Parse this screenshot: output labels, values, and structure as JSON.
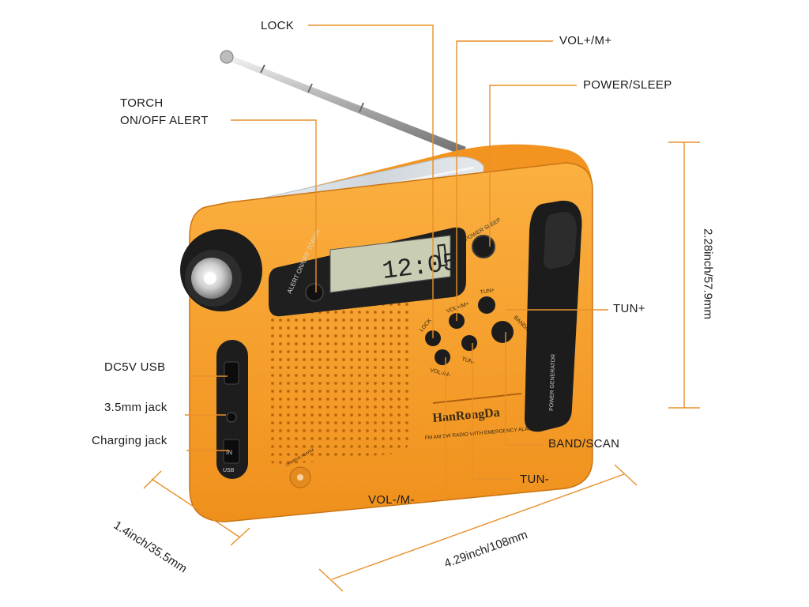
{
  "product": {
    "brand": "HanRongDa",
    "tagline": "FM AM SW RADIO WITH EMERGENCY ALARM",
    "display_time": "12:05",
    "side_panel_text": "POWER GENERATOR",
    "badge_text": "CHARGE ALARM",
    "panel_left_text": "ALERT ON/OFF TORCH",
    "button_power": "POWER SLEEP",
    "button_lock": "LOCK",
    "button_volplus": "VOL+/M+",
    "button_tunplus": "TUN+",
    "button_bandscan": "BAND/SCAN",
    "button_volminus": "VOL-/M-",
    "button_tunminus": "TUN-",
    "port_in": "IN",
    "port_usb": "USB"
  },
  "callouts": {
    "lock": "LOCK",
    "volplus": "VOL+/M+",
    "power_sleep": "POWER/SLEEP",
    "torch_line1": "TORCH",
    "torch_line2": "ON/OFF ALERT",
    "tunplus": "TUN+",
    "dc5v_usb": "DC5V USB",
    "jack_35": "3.5mm jack",
    "charging_jack": "Charging jack",
    "band_scan": "BAND/SCAN",
    "tunminus": "TUN-",
    "volminus": "VOL-/M-"
  },
  "dimensions": {
    "height": "2.28inch/57.9mm",
    "depth": "1.4inch/35.5mm",
    "width": "4.29inch/108mm"
  },
  "colors": {
    "body": "#f59a23",
    "leader": "#e8902a",
    "dark": "#1e1e1e",
    "lcd": "#c9cdb4"
  }
}
